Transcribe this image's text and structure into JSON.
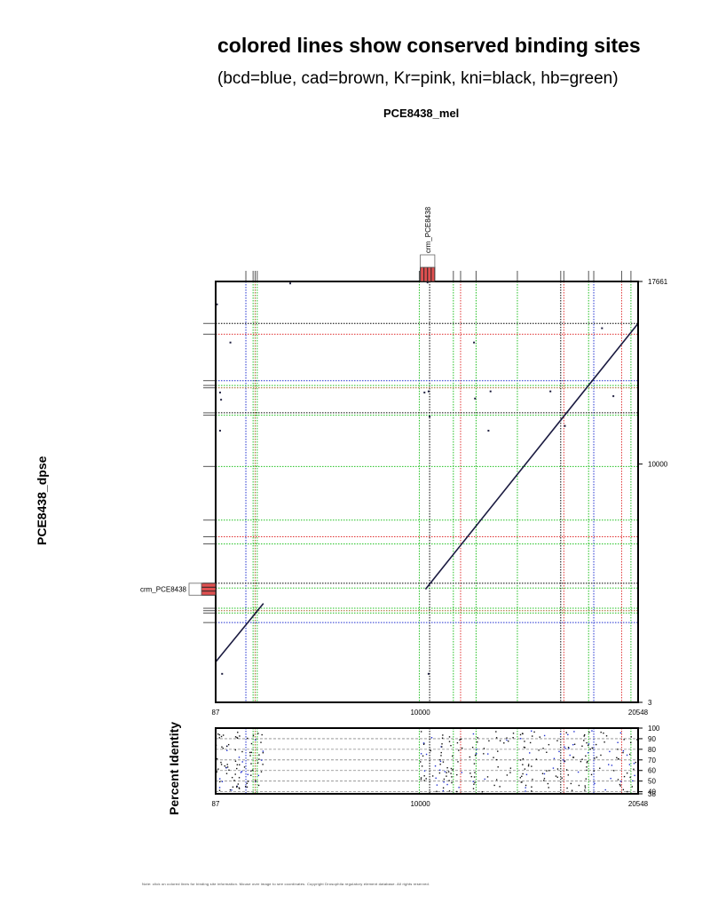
{
  "title": "colored lines show conserved binding sites",
  "subtitle": "(bcd=blue, cad=brown, Kr=pink, kni=black, hb=green)",
  "x_sequence": "PCE8438_mel",
  "y_sequence": "PCE8438_dpse",
  "crm_label": "crm_PCE8438",
  "identity_label": "Percent Identity",
  "footer": "Note: click on colored lines for binding site information. Mouse over image to see coordinates. Copyright Drosophila regulatory element database. All rights reserved.",
  "colors": {
    "bcd": "#2030d0",
    "cad": "#a06020",
    "Kr": "#e03030",
    "kni": "#000000",
    "hb": "#20c020",
    "crm": "#e05050"
  },
  "chart_data": {
    "type": "scatter",
    "dotplot": {
      "xlim": [
        87,
        20548
      ],
      "ylim": [
        3,
        17661
      ],
      "x_ticks": [
        {
          "v": 87,
          "label": "87"
        },
        {
          "v": 10000,
          "label": "10000"
        },
        {
          "v": 20548,
          "label": "20548"
        }
      ],
      "y_ticks": [
        {
          "v": 17661,
          "label": "17661"
        },
        {
          "v": 10000,
          "label": "10000"
        },
        {
          "v": 3,
          "label": "3"
        }
      ],
      "alignment_segments": [
        {
          "x": [
            87,
            2400
          ],
          "y": [
            1700,
            4150
          ]
        },
        {
          "x": [
            10250,
            20548
          ],
          "y": [
            4750,
            15900
          ]
        }
      ],
      "crm_x": [
        10000,
        10700
      ],
      "crm_y": [
        4500,
        5000
      ]
    },
    "identity": {
      "xlim": [
        87,
        20548
      ],
      "ylim": [
        38,
        100
      ],
      "x_ticks": [
        {
          "v": 87,
          "label": "87"
        },
        {
          "v": 10000,
          "label": "10000"
        },
        {
          "v": 20548,
          "label": "20548"
        }
      ],
      "y_ticks": [
        {
          "v": 100,
          "label": "100"
        },
        {
          "v": 90,
          "label": "90"
        },
        {
          "v": 80,
          "label": "80"
        },
        {
          "v": 70,
          "label": "70"
        },
        {
          "v": 60,
          "label": "60"
        },
        {
          "v": 50,
          "label": "50"
        },
        {
          "v": 40,
          "label": "40"
        },
        {
          "v": 38,
          "label": "38"
        }
      ],
      "gridlines": [
        90,
        80,
        70,
        60,
        50,
        40
      ]
    },
    "sites_x": [
      {
        "tf": "bcd",
        "x": 1550
      },
      {
        "tf": "hb",
        "x": 1900
      },
      {
        "tf": "cad",
        "x": 2000
      },
      {
        "tf": "hb",
        "x": 2100
      },
      {
        "tf": "hb",
        "x": 9950
      },
      {
        "tf": "kni",
        "x": 10450
      },
      {
        "tf": "hb",
        "x": 11600
      },
      {
        "tf": "Kr",
        "x": 11950
      },
      {
        "tf": "hb",
        "x": 12700
      },
      {
        "tf": "hb",
        "x": 14700
      },
      {
        "tf": "kni",
        "x": 16800
      },
      {
        "tf": "Kr",
        "x": 16950
      },
      {
        "tf": "hb",
        "x": 18150
      },
      {
        "tf": "bcd",
        "x": 18400
      },
      {
        "tf": "Kr",
        "x": 19750
      },
      {
        "tf": "hb",
        "x": 20200
      }
    ],
    "sites_y": [
      {
        "tf": "kni",
        "y": 15900
      },
      {
        "tf": "Kr",
        "y": 15450
      },
      {
        "tf": "bcd",
        "y": 13500
      },
      {
        "tf": "hb",
        "y": 13300
      },
      {
        "tf": "cad",
        "y": 13200
      },
      {
        "tf": "kni",
        "y": 12150
      },
      {
        "tf": "hb",
        "y": 12050
      },
      {
        "tf": "hb",
        "y": 9900
      },
      {
        "tf": "hb",
        "y": 7650
      },
      {
        "tf": "Kr",
        "y": 6950
      },
      {
        "tf": "hb",
        "y": 6650
      },
      {
        "tf": "kni",
        "y": 5000
      },
      {
        "tf": "hb",
        "y": 4800
      },
      {
        "tf": "hb",
        "y": 3950
      },
      {
        "tf": "cad",
        "y": 3850
      },
      {
        "tf": "hb",
        "y": 3750
      },
      {
        "tf": "bcd",
        "y": 3350
      }
    ],
    "scatter_dots": [
      [
        150,
        16700
      ],
      [
        800,
        15100
      ],
      [
        300,
        13000
      ],
      [
        350,
        12700
      ],
      [
        300,
        11400
      ],
      [
        10350,
        17620
      ],
      [
        10200,
        13000
      ],
      [
        10400,
        13050
      ],
      [
        10450,
        12000
      ],
      [
        12600,
        15100
      ],
      [
        12650,
        12750
      ],
      [
        13300,
        11400
      ],
      [
        13400,
        13050
      ],
      [
        16300,
        13050
      ],
      [
        17000,
        11600
      ],
      [
        18800,
        15700
      ],
      [
        19350,
        12850
      ],
      [
        400,
        1200
      ],
      [
        10400,
        1200
      ],
      [
        3700,
        17580
      ]
    ]
  }
}
